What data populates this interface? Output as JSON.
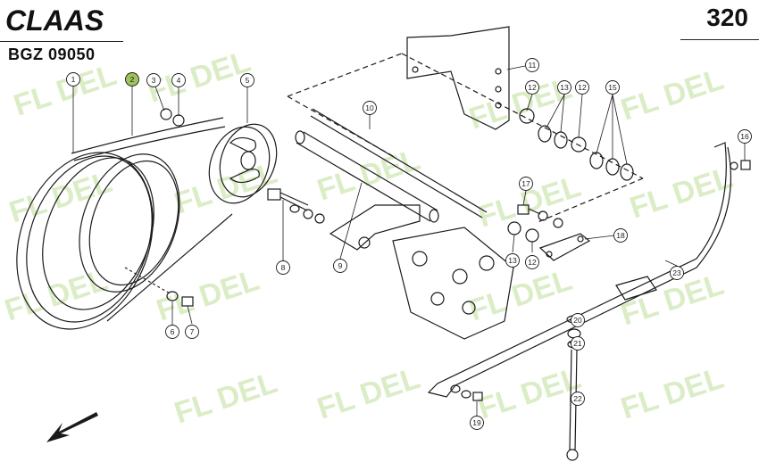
{
  "header": {
    "brand": "CLAAS",
    "doc_code": "BGZ 09050",
    "page_number": "320"
  },
  "watermark": "FL DEL",
  "callouts": [
    {
      "label": "1"
    },
    {
      "label": "2"
    },
    {
      "label": "3"
    },
    {
      "label": "4"
    },
    {
      "label": "5"
    },
    {
      "label": "6"
    },
    {
      "label": "7"
    },
    {
      "label": "8"
    },
    {
      "label": "9"
    },
    {
      "label": "10"
    },
    {
      "label": "11"
    },
    {
      "label": "12"
    },
    {
      "label": "12"
    },
    {
      "label": "12"
    },
    {
      "label": "13"
    },
    {
      "label": "13"
    },
    {
      "label": "15"
    },
    {
      "label": "16"
    },
    {
      "label": "17"
    },
    {
      "label": "18"
    },
    {
      "label": "19"
    },
    {
      "label": "20"
    },
    {
      "label": "21"
    },
    {
      "label": "22"
    },
    {
      "label": "23"
    }
  ],
  "colors": {
    "line": "#1a1a1a",
    "highlight": "#9cc45a",
    "watermark": "#cfe8b4"
  },
  "icons": [
    "direction-arrow-icon"
  ]
}
